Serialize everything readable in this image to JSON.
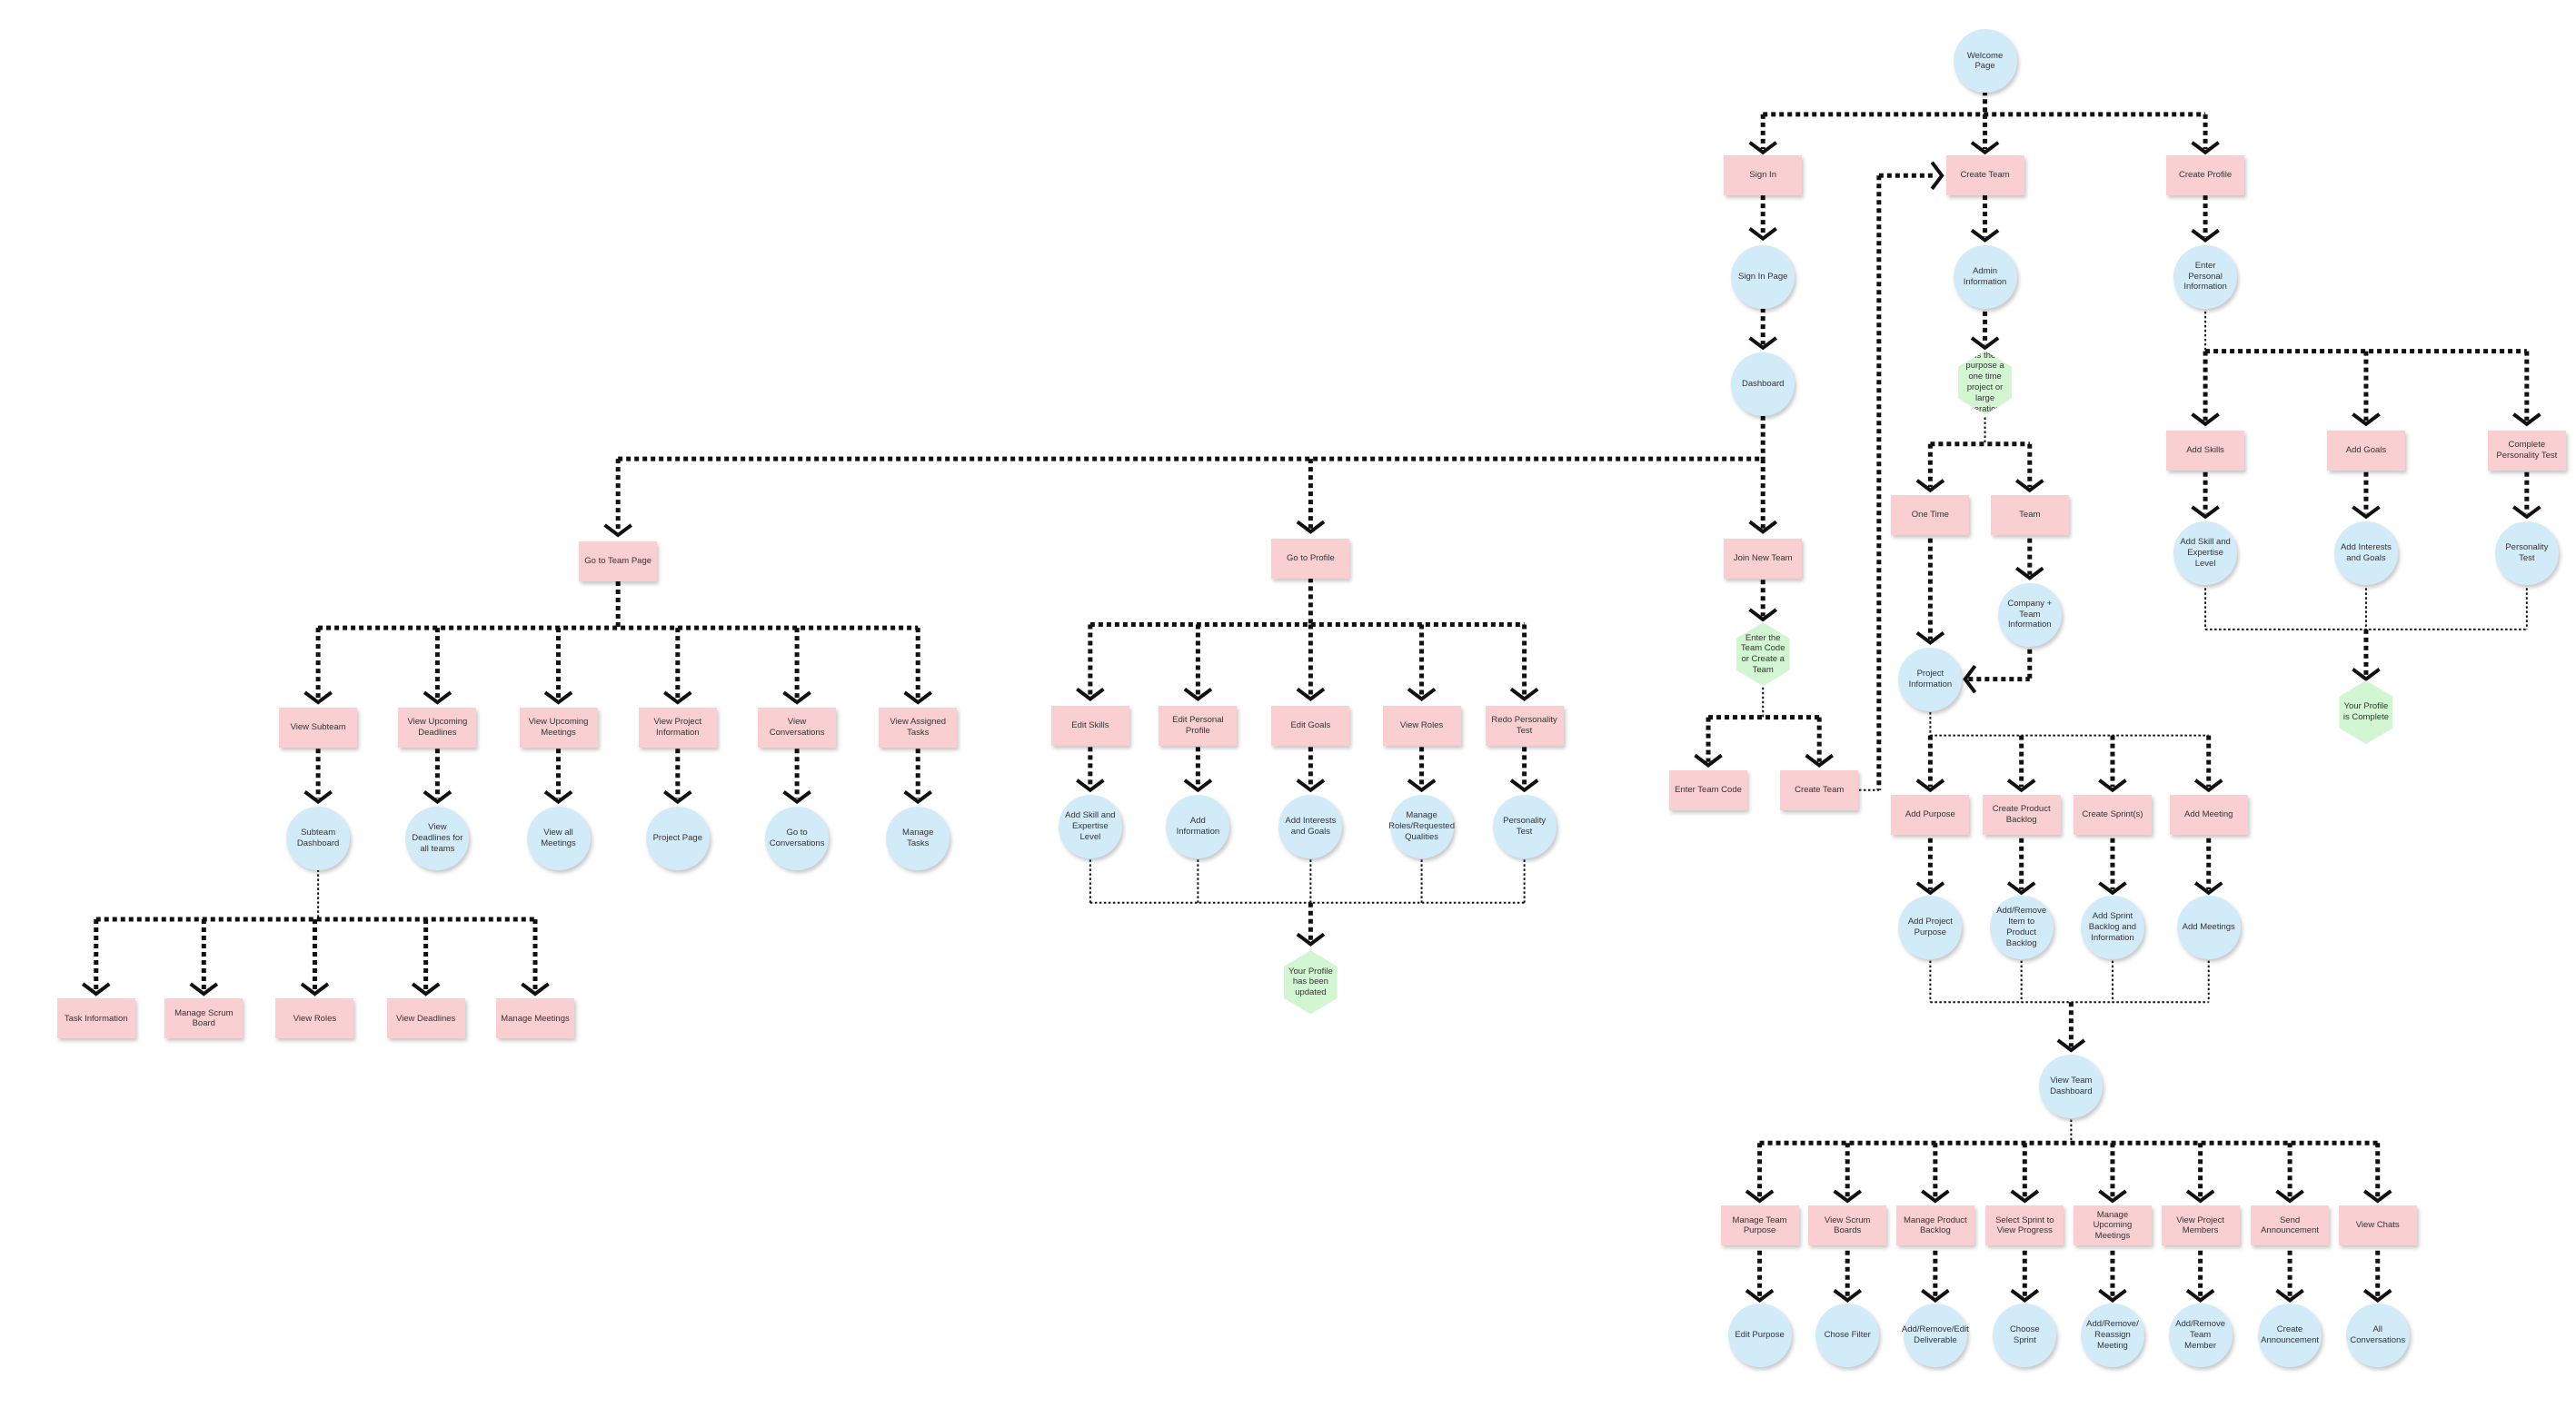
{
  "nodes": [
    {
      "id": "welcome",
      "label": "Welcome Page",
      "shape": "circle"
    },
    {
      "id": "sign_in",
      "label": "Sign In",
      "shape": "rect"
    },
    {
      "id": "create_team",
      "label": "Create Team",
      "shape": "rect"
    },
    {
      "id": "create_profile",
      "label": "Create Profile",
      "shape": "rect"
    },
    {
      "id": "sign_in_page",
      "label": "Sign In Page",
      "shape": "circle"
    },
    {
      "id": "dashboard",
      "label": "Dashboard",
      "shape": "circle"
    },
    {
      "id": "admin_info",
      "label": "Admin Information",
      "shape": "circle"
    },
    {
      "id": "purpose_question",
      "label": "Is the purpose a one time project or large operation?",
      "shape": "hex"
    },
    {
      "id": "enter_personal",
      "label": "Enter Personal Information",
      "shape": "circle"
    },
    {
      "id": "add_skills",
      "label": "Add Skills",
      "shape": "rect"
    },
    {
      "id": "add_goals",
      "label": "Add Goals",
      "shape": "rect"
    },
    {
      "id": "complete_pt",
      "label": "Complete Personality Test",
      "shape": "rect"
    },
    {
      "id": "add_skill_level",
      "label": "Add Skill and Expertise Level",
      "shape": "circle"
    },
    {
      "id": "add_interests_p",
      "label": "Add Interests and Goals",
      "shape": "circle"
    },
    {
      "id": "personality_test_p",
      "label": "Personality Test",
      "shape": "circle"
    },
    {
      "id": "profile_complete",
      "label": "Your Profile is Complete",
      "shape": "hex"
    },
    {
      "id": "go_team_page",
      "label": "Go to Team Page",
      "shape": "rect"
    },
    {
      "id": "go_profile",
      "label": "Go to Profile",
      "shape": "rect"
    },
    {
      "id": "join_team",
      "label": "Join New Team",
      "shape": "rect"
    },
    {
      "id": "one_time",
      "label": "One Time",
      "shape": "rect"
    },
    {
      "id": "team",
      "label": "Team",
      "shape": "rect"
    },
    {
      "id": "company_team_info",
      "label": "Company + Team Information",
      "shape": "circle"
    },
    {
      "id": "project_info",
      "label": "Project Information",
      "shape": "circle"
    },
    {
      "id": "enter_code",
      "label": "Enter the Team Code or Create a Team",
      "shape": "hex"
    },
    {
      "id": "enter_team_code",
      "label": "Enter Team Code",
      "shape": "rect"
    },
    {
      "id": "create_team2",
      "label": "Create Team",
      "shape": "rect"
    },
    {
      "id": "view_subteam",
      "label": "View Subteam",
      "shape": "rect"
    },
    {
      "id": "view_upcoming_deadlines",
      "label": "View Upcoming Deadlines",
      "shape": "rect"
    },
    {
      "id": "view_upcoming_meetings",
      "label": "View Upcoming Meetings",
      "shape": "rect"
    },
    {
      "id": "view_project_info",
      "label": "View Project Information",
      "shape": "rect"
    },
    {
      "id": "view_conversations",
      "label": "View Conversations",
      "shape": "rect"
    },
    {
      "id": "view_assigned_tasks",
      "label": "View Assigned Tasks",
      "shape": "rect"
    },
    {
      "id": "subteam_dashboard",
      "label": "Subteam Dashboard",
      "shape": "circle"
    },
    {
      "id": "view_deadlines_all",
      "label": "View Deadlines for all teams",
      "shape": "circle"
    },
    {
      "id": "view_all_meetings",
      "label": "View all Meetings",
      "shape": "circle"
    },
    {
      "id": "project_page",
      "label": "Project Page",
      "shape": "circle"
    },
    {
      "id": "go_conversations",
      "label": "Go to Conversations",
      "shape": "circle"
    },
    {
      "id": "manage_tasks",
      "label": "Manage Tasks",
      "shape": "circle"
    },
    {
      "id": "task_info",
      "label": "Task Information",
      "shape": "rect"
    },
    {
      "id": "manage_scrum",
      "label": "Manage Scrum Board",
      "shape": "rect"
    },
    {
      "id": "view_roles_st",
      "label": "View Roles",
      "shape": "rect"
    },
    {
      "id": "view_deadlines_st",
      "label": "View Deadlines",
      "shape": "rect"
    },
    {
      "id": "manage_meetings_st",
      "label": "Manage Meetings",
      "shape": "rect"
    },
    {
      "id": "edit_skills",
      "label": "Edit Skills",
      "shape": "rect"
    },
    {
      "id": "edit_personal_profile",
      "label": "Edit Personal Profile",
      "shape": "rect"
    },
    {
      "id": "edit_goals",
      "label": "Edit Goals",
      "shape": "rect"
    },
    {
      "id": "view_roles_pr",
      "label": "View Roles",
      "shape": "rect"
    },
    {
      "id": "redo_pt",
      "label": "Redo Personality Test",
      "shape": "rect"
    },
    {
      "id": "add_skill_level2",
      "label": "Add Skill and Expertise Level",
      "shape": "circle"
    },
    {
      "id": "add_information",
      "label": "Add Information",
      "shape": "circle"
    },
    {
      "id": "add_interests2",
      "label": "Add Interests and Goals",
      "shape": "circle"
    },
    {
      "id": "manage_roles",
      "label": "Manage Roles/Requested Qualities",
      "shape": "circle"
    },
    {
      "id": "personality_test2",
      "label": "Personality Test",
      "shape": "circle"
    },
    {
      "id": "profile_updated",
      "label": "Your Profile has been updated",
      "shape": "hex"
    },
    {
      "id": "add_purpose",
      "label": "Add Purpose",
      "shape": "rect"
    },
    {
      "id": "create_backlog",
      "label": "Create Product Backlog",
      "shape": "rect"
    },
    {
      "id": "create_sprints",
      "label": "Create Sprint(s)",
      "shape": "rect"
    },
    {
      "id": "add_meeting",
      "label": "Add Meeting",
      "shape": "rect"
    },
    {
      "id": "add_project_purpose",
      "label": "Add Project Purpose",
      "shape": "circle"
    },
    {
      "id": "add_remove_backlog",
      "label": "Add/Remove Item to Product Backlog",
      "shape": "circle"
    },
    {
      "id": "add_sprint_backlog",
      "label": "Add Sprint Backlog and Information",
      "shape": "circle"
    },
    {
      "id": "add_meetings",
      "label": "Add Meetings",
      "shape": "circle"
    },
    {
      "id": "view_team_dashboard",
      "label": "View Team Dashboard",
      "shape": "circle"
    },
    {
      "id": "manage_team_purpose",
      "label": "Manage Team Purpose",
      "shape": "rect"
    },
    {
      "id": "view_scrum_boards",
      "label": "View Scrum Boards",
      "shape": "rect"
    },
    {
      "id": "manage_product_backlog",
      "label": "Manage Product Backlog",
      "shape": "rect"
    },
    {
      "id": "select_sprint",
      "label": "Select Sprint to View Progress",
      "shape": "rect"
    },
    {
      "id": "manage_upcoming_meetings",
      "label": "Manage Upcoming Meetings",
      "shape": "rect"
    },
    {
      "id": "view_project_members",
      "label": "View Project Members",
      "shape": "rect"
    },
    {
      "id": "send_announcement",
      "label": "Send Announcement",
      "shape": "rect"
    },
    {
      "id": "view_chats",
      "label": "View Chats",
      "shape": "rect"
    },
    {
      "id": "edit_purpose",
      "label": "Edit Purpose",
      "shape": "circle"
    },
    {
      "id": "chose_filter",
      "label": "Chose Filter",
      "shape": "circle"
    },
    {
      "id": "add_remove_deliverable",
      "label": "Add/Remove/Edit Deliverable",
      "shape": "circle"
    },
    {
      "id": "choose_sprint",
      "label": "Choose Sprint",
      "shape": "circle"
    },
    {
      "id": "reassign_meeting",
      "label": "Add/Remove/ Reassign Meeting",
      "shape": "circle"
    },
    {
      "id": "add_remove_member",
      "label": "Add/Remove Team Member",
      "shape": "circle"
    },
    {
      "id": "create_announcement",
      "label": "Create Announcement",
      "shape": "circle"
    },
    {
      "id": "all_conversations",
      "label": "All Conversations",
      "shape": "circle"
    }
  ]
}
